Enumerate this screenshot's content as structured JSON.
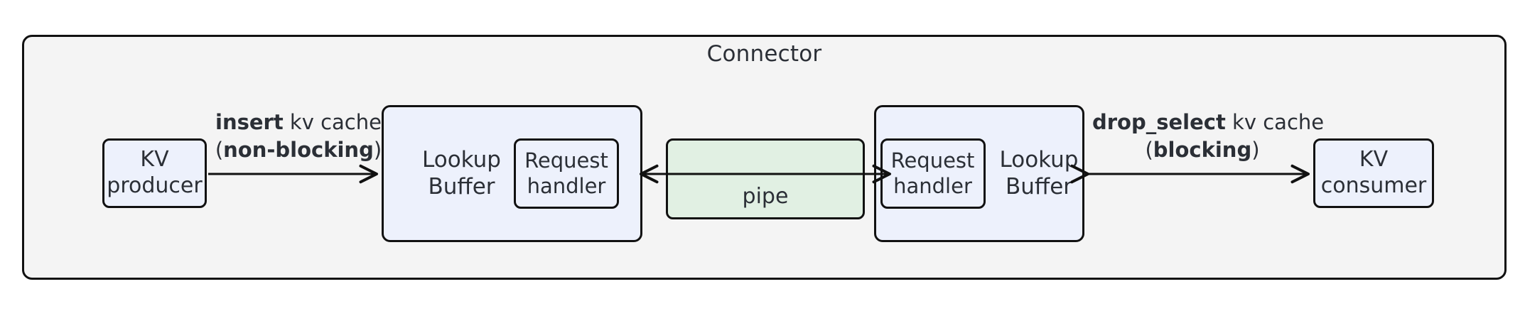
{
  "diagram": {
    "title": "Connector",
    "colors": {
      "container_fill": "#f4f4f4",
      "container_stroke": "#111111",
      "buffer_fill": "#edf1fc",
      "pipe_fill": "#e1f0e3",
      "text": "#2b2f36"
    }
  },
  "nodes": {
    "kv_producer": {
      "line1": "KV",
      "line2": "producer"
    },
    "kv_consumer": {
      "line1": "KV",
      "line2": "consumer"
    },
    "lookup_buffer_left": {
      "line1": "Lookup",
      "line2": "Buffer"
    },
    "lookup_buffer_right": {
      "line1": "Lookup",
      "line2": "Buffer"
    },
    "request_handler_left": {
      "line1": "Request",
      "line2": "handler"
    },
    "request_handler_right": {
      "line1": "Request",
      "line2": "handler"
    },
    "pipe": {
      "label": "pipe"
    }
  },
  "edges": {
    "insert": {
      "line1_bold": "insert",
      "line1_rest": " kv cache",
      "line2_open": "(",
      "line2_bold": "non-blocking",
      "line2_close": ")",
      "direction": "producer-to-buffer"
    },
    "drop_select": {
      "line1_bold": "drop_select",
      "line1_rest": " kv cache",
      "line2_open": "(",
      "line2_bold": "blocking",
      "line2_close": ")",
      "direction": "bidirectional"
    },
    "pipe_left": {
      "direction": "right-to-left"
    },
    "pipe_right": {
      "direction": "left-to-right"
    }
  }
}
